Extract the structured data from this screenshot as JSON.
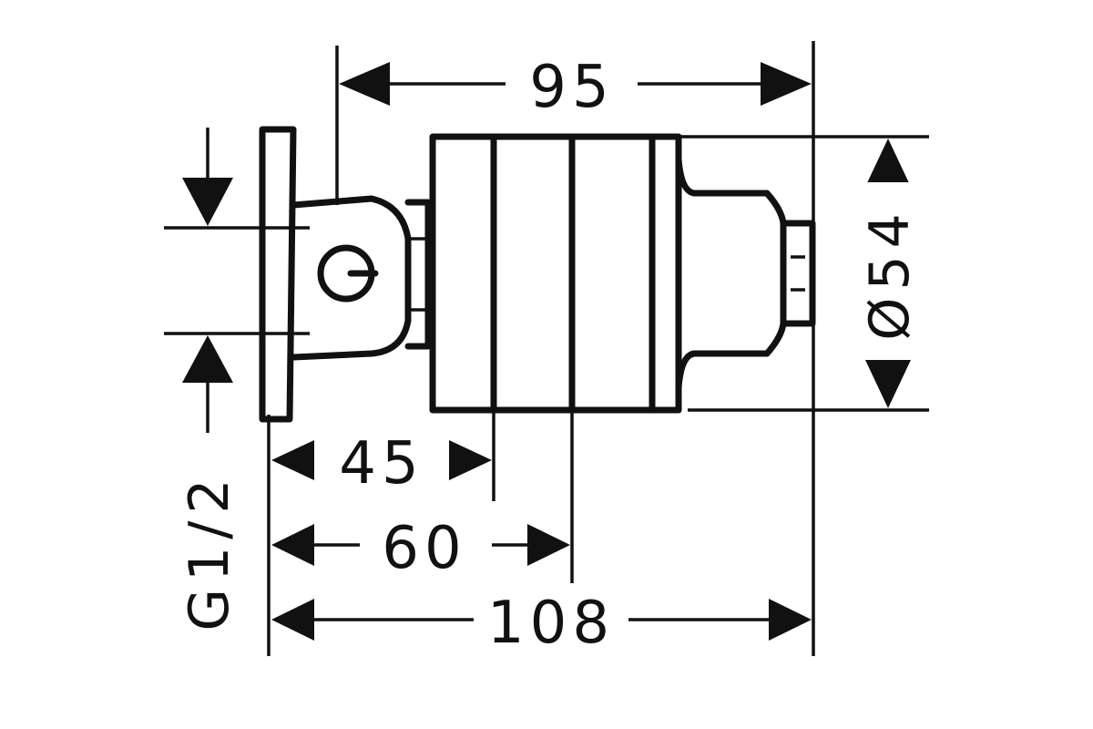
{
  "drawing": {
    "dimensions": {
      "overall_length": "108",
      "body_depth": "95",
      "offset_45": "45",
      "offset_60": "60",
      "diameter": "Ø54",
      "thread": "G1/2"
    }
  }
}
